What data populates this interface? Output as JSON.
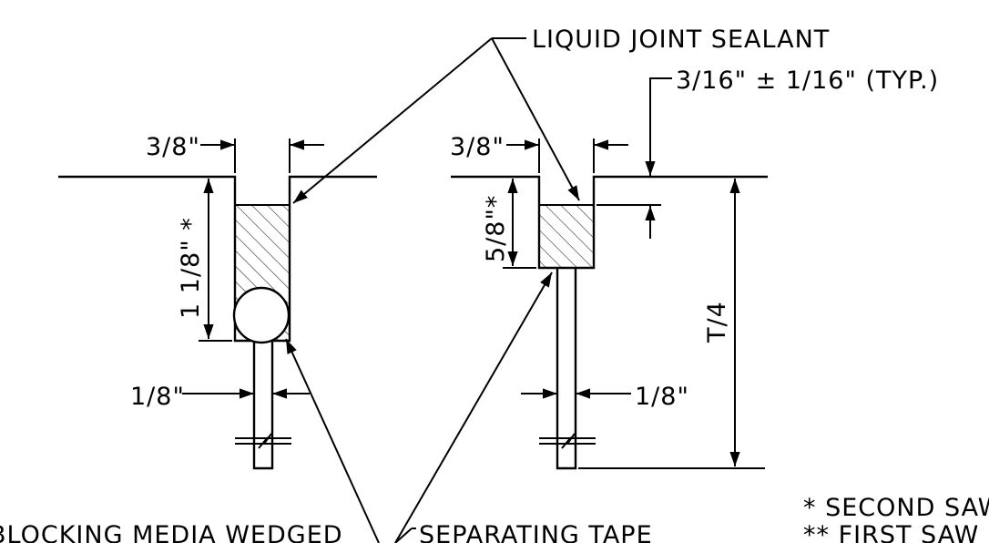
{
  "labels": {
    "liquid_joint_sealant": "LIQUID JOINT SEALANT",
    "tolerance": "3/16\" ± 1/16\" (TYP.)",
    "left_width": "3/8\"",
    "left_depth": "1 1/8\" *",
    "left_saw": "1/8\"",
    "right_width": "3/8\"",
    "right_depth": "5/8\"*",
    "right_saw": "1/8\"",
    "t_over_4": "T/4",
    "blocking_media": "BLOCKING MEDIA WEDGED",
    "separating_tape": "SEPARATING TAPE",
    "note_second_saw": "* SECOND SAW",
    "note_first_saw": "** FIRST SAW"
  }
}
